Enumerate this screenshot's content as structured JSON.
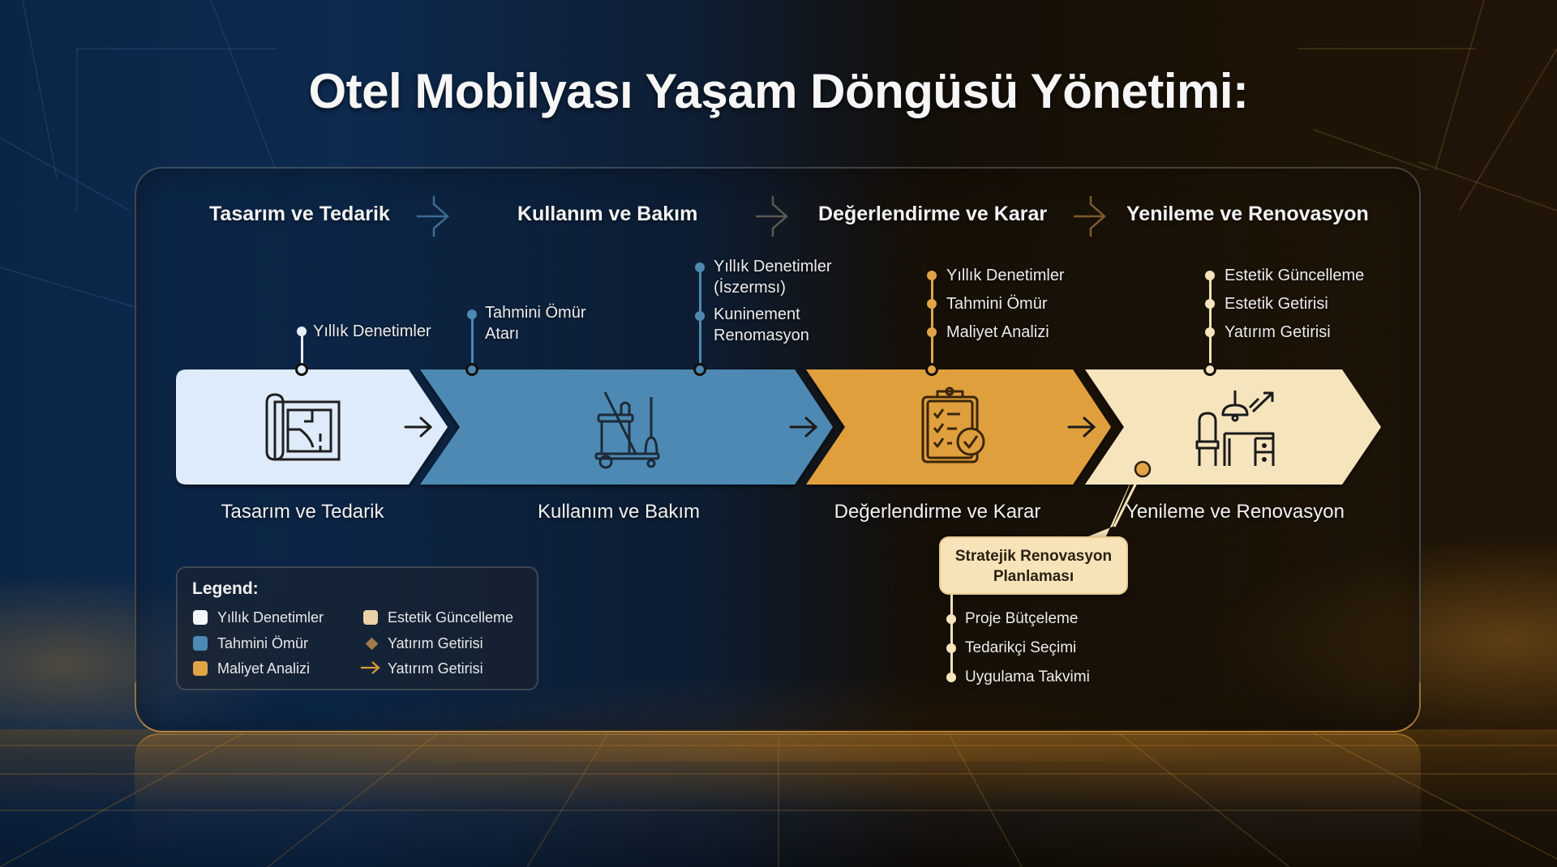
{
  "title": "Otel Mobilyası Yaşam Döngüsü Yönetimi:",
  "colors": {
    "phase1": "#deebfa",
    "phase2": "#4d89b3",
    "phase3": "#e09f3e",
    "phase4": "#f6e4bd",
    "bg_left": "#0b2546",
    "bg_right": "#201507"
  },
  "phases": [
    {
      "header": "Tasarım ve Tedarik",
      "label": "Tasarım ve Tedarik",
      "icon": "blueprint-icon",
      "annotations": [
        "Yıllık Denetimler"
      ]
    },
    {
      "header": "Kullanım ve Bakım",
      "label": "Kullanım ve Bakım",
      "icon": "cleaning-cart-icon",
      "annotations": [
        "Tahmini Ömür",
        "Atarı",
        "Yıllık Denetimler",
        "(İszermsı)",
        "Kuninement",
        "Renomasyon"
      ]
    },
    {
      "header": "Değerlendirme ve Karar",
      "label": "Değerlendirme ve Karar",
      "icon": "checklist-icon",
      "annotations": [
        "Yıllık Denetimler",
        "Tahmini Ömür",
        "Maliyet Analizi"
      ]
    },
    {
      "header": "Yenileme ve Renovasyon",
      "label": "Yenileme ve Renovasyon",
      "icon": "furniture-upgrade-icon",
      "annotations": [
        "Estetik Güncelleme",
        "Estetik Getirisi",
        "Yatırım Getirisi"
      ]
    }
  ],
  "callout": {
    "line1": "Stratejik Renovasyon",
    "line2": "Planlaması",
    "items": [
      "Proje Bütçeleme",
      "Tedarikçi Seçimi",
      "Uygulama Takvimi"
    ]
  },
  "legend": {
    "title": "Legend:",
    "items": [
      {
        "label": "Yıllık Denetimler",
        "marker": "square",
        "color": "#f3f6fb"
      },
      {
        "label": "Tahmini Ömür",
        "marker": "square",
        "color": "#4d89b3"
      },
      {
        "label": "Maliyet Analizi",
        "marker": "square",
        "color": "#e0a447"
      },
      {
        "label": "Estetik Güncelleme",
        "marker": "square",
        "color": "#ead3a8"
      },
      {
        "label": "Yatırım Getirisi",
        "marker": "diamond",
        "color": "#a2794a"
      },
      {
        "label": "Yatırım Getirisi",
        "marker": "arrow",
        "color": "#d99a3c"
      }
    ]
  }
}
